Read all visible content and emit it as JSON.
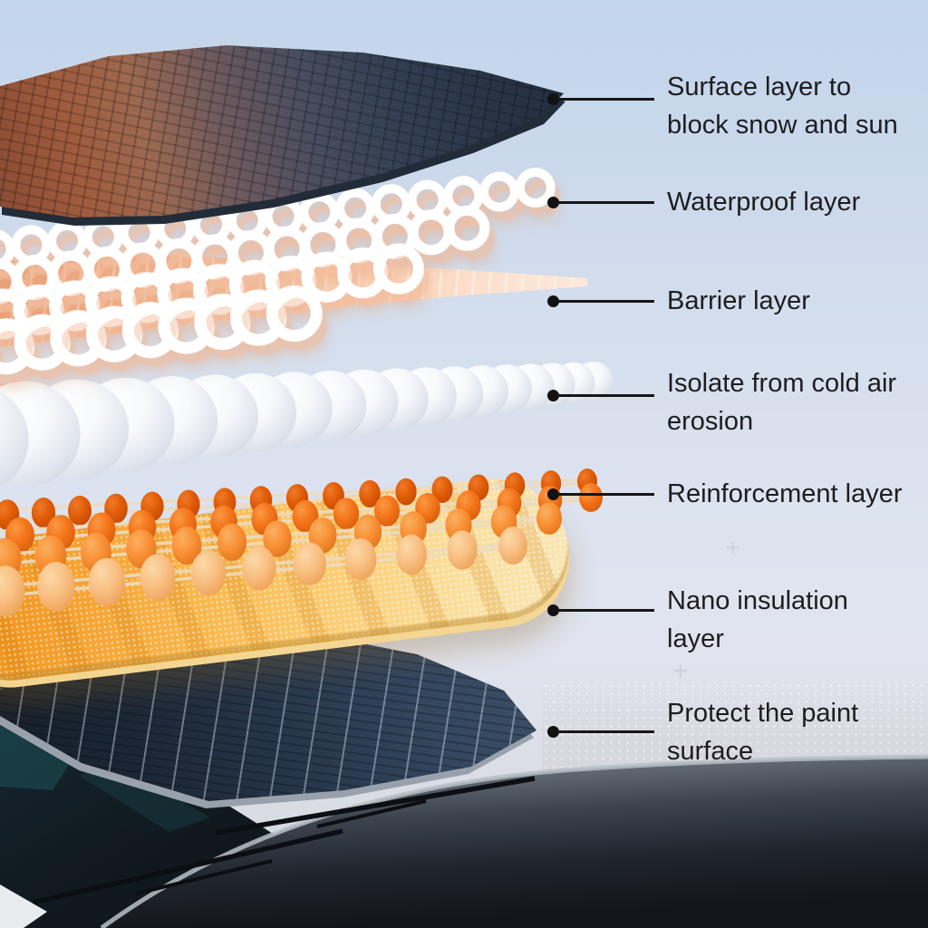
{
  "callouts": [
    {
      "lines": [
        "Surface layer to",
        "block snow and sun"
      ]
    },
    {
      "lines": [
        "Waterproof layer"
      ]
    },
    {
      "lines": [
        "Barrier layer"
      ]
    },
    {
      "lines": [
        "Isolate from cold air",
        "erosion"
      ]
    },
    {
      "lines": [
        "Reinforcement layer"
      ]
    },
    {
      "lines": [
        "Nano insulation",
        "layer"
      ]
    },
    {
      "lines": [
        "Protect the paint",
        "surface"
      ]
    }
  ],
  "layers": [
    {
      "name": "surface-layer",
      "description": "Surface layer to block snow and sun",
      "colors": {
        "top_face": "#2c3a4e",
        "underside": "#9b5a3e"
      }
    },
    {
      "name": "waterproof-layer",
      "description": "Waterproof layer",
      "colors": {
        "loops": "#ffffff",
        "glow": "#f3bfa2"
      }
    },
    {
      "name": "barrier-layer",
      "description": "Barrier layer",
      "colors": {
        "sheet": "#f5c3a6"
      }
    },
    {
      "name": "isolation-layer",
      "description": "Isolate from cold air erosion",
      "colors": {
        "spheres": "#f4f6fa"
      }
    },
    {
      "name": "reinforcement-layer",
      "description": "Reinforcement layer",
      "colors": {
        "beads_back": "#e05c07",
        "beads_mid": "#f4741a",
        "beads_mid2": "#f99136",
        "beads_front": "#f9c083",
        "string": "#ecdcc0"
      }
    },
    {
      "name": "nano-insulation-layer",
      "description": "Nano insulation layer",
      "colors": {
        "pad_deep": "#ee8d12",
        "pad_light": "#f8e7b8"
      }
    },
    {
      "name": "protect-layer",
      "description": "Protect the paint surface",
      "colors": {
        "fabric": "#223040",
        "piping": "#99a2ac"
      }
    }
  ],
  "watermarks": {
    "mark1": "+",
    "mark2": "+"
  },
  "colors": {
    "sky_top": "#c3d5ea",
    "sky_bottom": "#d3d6db",
    "text": "#1d1d1f",
    "leader": "#111111"
  }
}
